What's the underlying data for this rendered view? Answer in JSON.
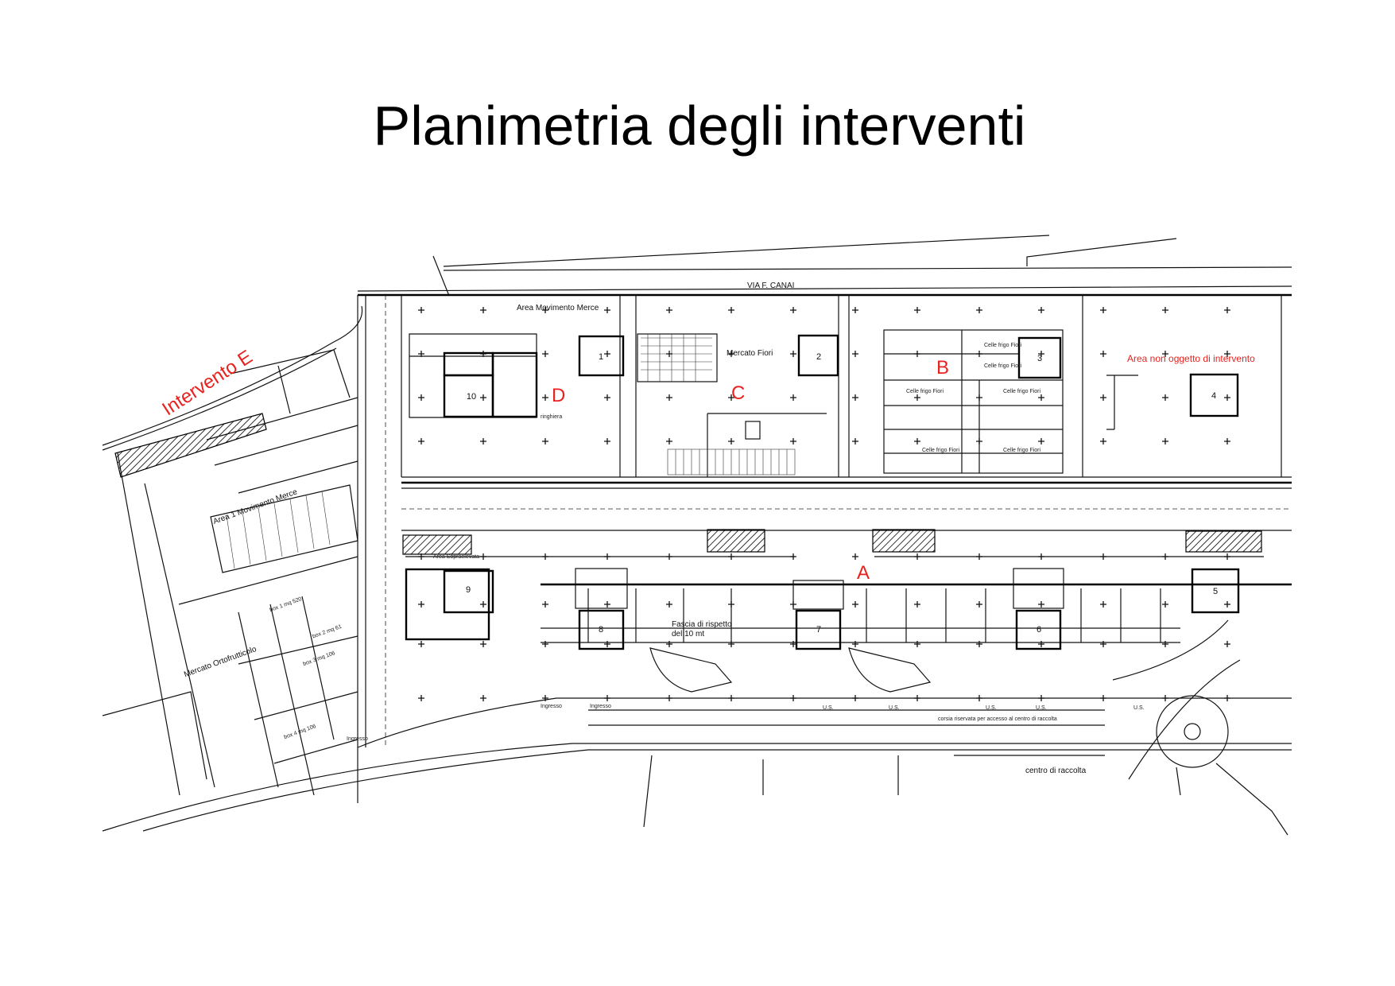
{
  "slide": {
    "title": "Planimetria degli interventi"
  },
  "plan": {
    "street_label": "VIA F. CANAI",
    "intervention_labels": {
      "A": "A",
      "B": "B",
      "C": "C",
      "D": "D",
      "E": "Intervento E",
      "excluded": "Area non oggetto  di intervento"
    },
    "areas": {
      "goods_movement": "Area Movimento Merce",
      "goods_movement_1": "Area 1 Movimento Merce",
      "flower_market": "Mercato Fiori",
      "fruit_market": "Mercato Ortofrutticolo",
      "raised_area": "Area Sopraelevata",
      "buffer_line1": "Fascia di rispetto",
      "buffer_line2": "del 10 mt",
      "railing": "ringhiera",
      "reserved_lane": "corsia riservata per accesso al centro di raccolta",
      "collection_center": "centro di raccolta"
    },
    "buildings": [
      "1",
      "2",
      "3",
      "4",
      "5",
      "6",
      "7",
      "8",
      "9",
      "10"
    ],
    "boxes": [
      "box 1 mq 520",
      "box 2 mq 61",
      "box 3 mq 106",
      "box 4 mq 106"
    ],
    "entrances": [
      "Ingresso",
      "Ingresso",
      "Ingresso"
    ],
    "exits": [
      "U.S.",
      "U.S.",
      "U.S.",
      "U.S.",
      "U.S."
    ],
    "cold_rooms": [
      "Celle frigo Fiori",
      "Celle frigo Fiori",
      "Celle frigo Fiori",
      "Celle frigo Fiori",
      "Celle frigo Fiori",
      "Celle frigo Fiori"
    ],
    "accent_color": "#e8231f"
  }
}
